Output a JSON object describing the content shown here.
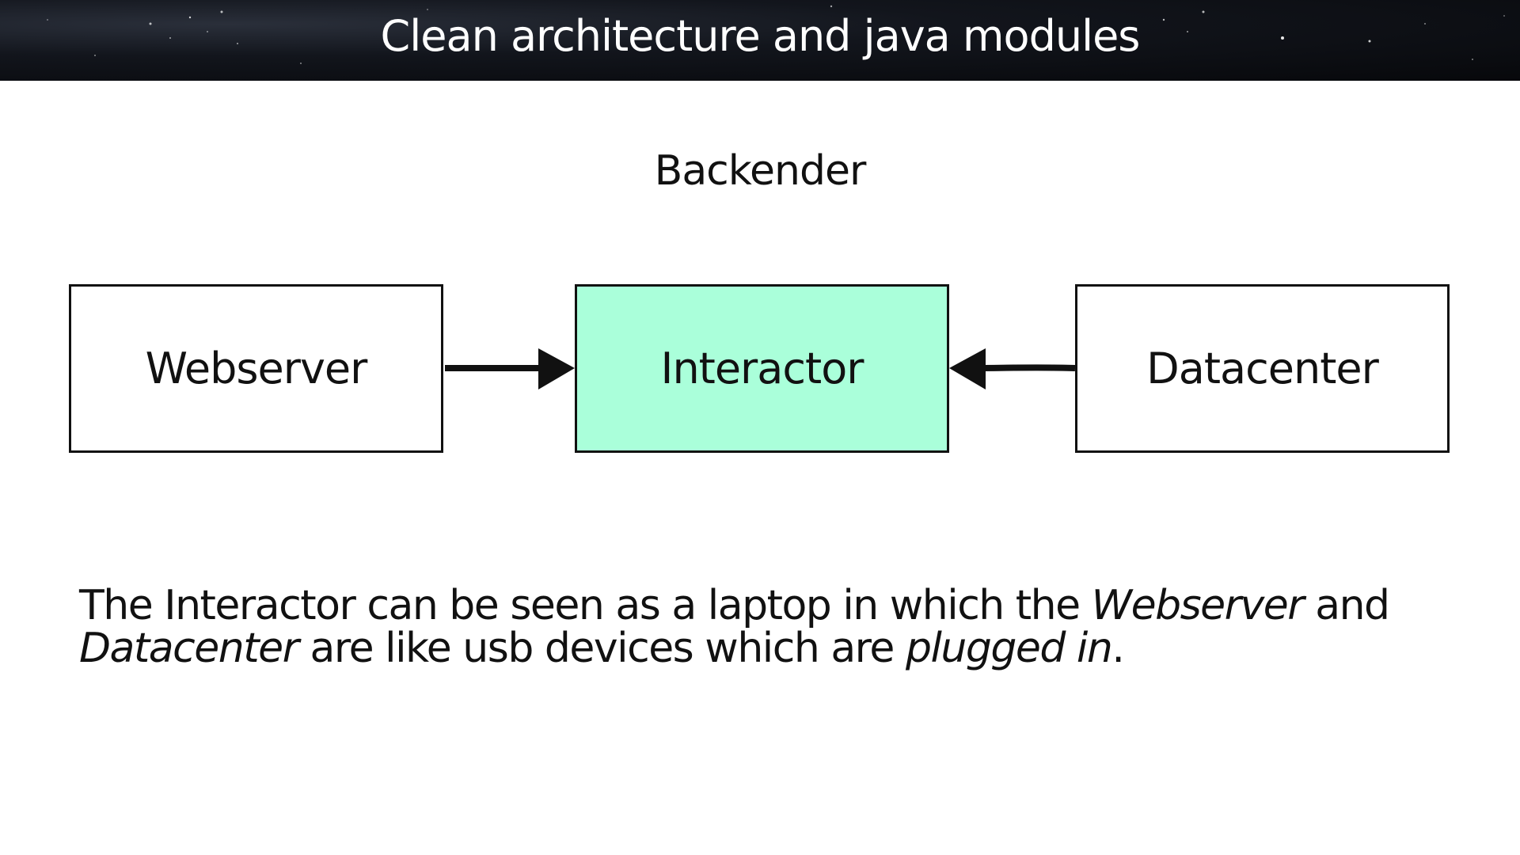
{
  "header": {
    "title": "Clean architecture and java modules"
  },
  "diagram": {
    "title": "Backender",
    "nodes": {
      "webserver": "Webserver",
      "interactor": "Interactor",
      "datacenter": "Datacenter"
    },
    "edges": [
      {
        "from": "Webserver",
        "to": "Interactor"
      },
      {
        "from": "Datacenter",
        "to": "Interactor"
      }
    ],
    "colors": {
      "highlight": "#aaffda",
      "stroke": "#111111"
    }
  },
  "caption": {
    "part1": "The Interactor can be seen as a laptop in which the ",
    "em1": "Webserver",
    "part2": " and ",
    "em2": "Datacenter",
    "part3": " are like usb devices which are ",
    "em3": "plugged in",
    "part4": "."
  }
}
